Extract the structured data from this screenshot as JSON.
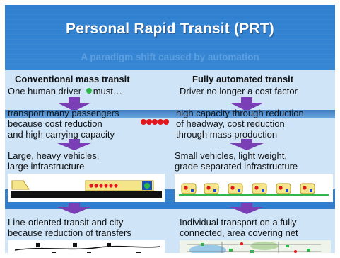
{
  "title": "Personal Rapid Transit (PRT)",
  "subtitle": "A paradigm shift caused by automation",
  "left": {
    "header": "Conventional mass transit",
    "line1": "One human driver",
    "line1b": "must…",
    "line2": "transport many passengers",
    "line3": "because cost reduction",
    "line4": "and high carrying capacity",
    "line5": "Large, heavy vehicles,",
    "line6": "large infrastructure",
    "line7": "Line-oriented transit and city",
    "line8": "because reduction of transfers"
  },
  "right": {
    "header": "Fully automated transit",
    "line1": "Driver no longer a cost factor",
    "line2": "high capacity through reduction",
    "line3": "of headway, cost reduction",
    "line4": "through mass production",
    "line5": "Small vehicles, light weight,",
    "line6": "grade separated  infrastructure",
    "line7": "Individual transport on a fully",
    "line8": "connected, area covering net"
  },
  "colors": {
    "green_dot": "#2fb84a",
    "red_dot": "#e2161b",
    "arrow": "#7a3fb5",
    "vehicle_yellow": "#f4e58a"
  },
  "icons": [
    "bus-icon",
    "prt-vehicle-icon",
    "line-network-icon",
    "area-network-icon"
  ]
}
